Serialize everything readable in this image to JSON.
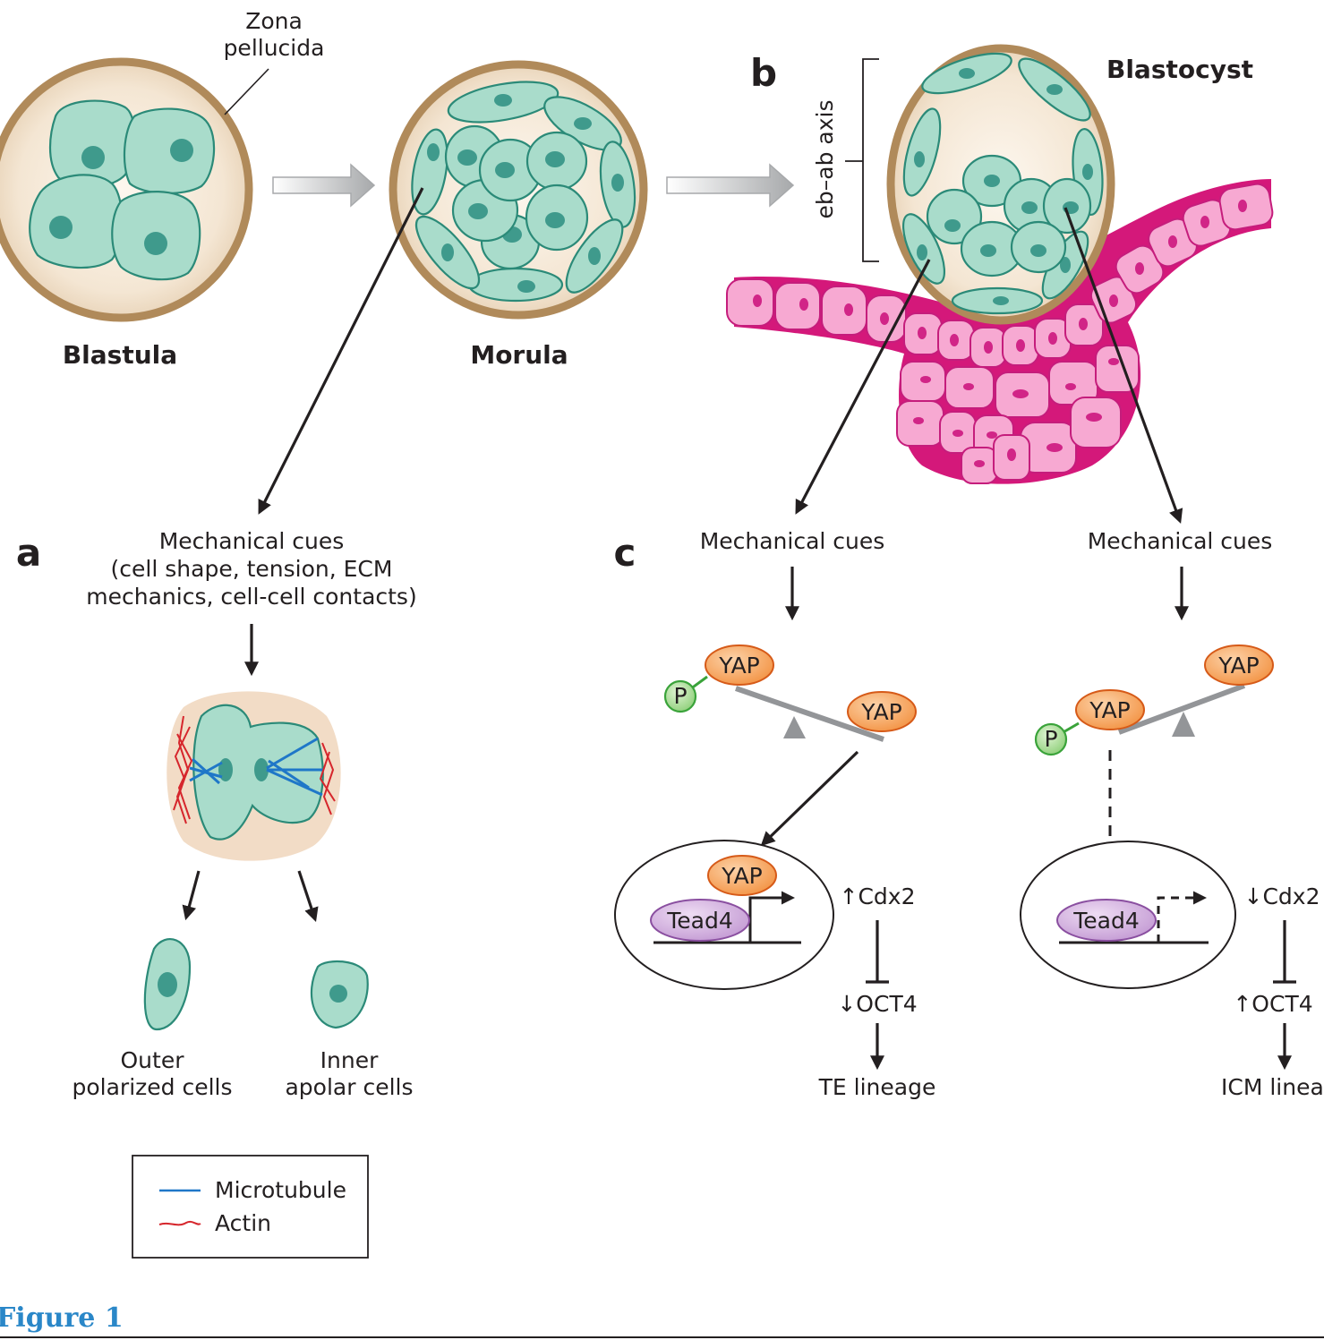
{
  "labels": {
    "zona_pellucida_line1": "Zona",
    "zona_pellucida_line2": "pellucida",
    "blastula": "Blastula",
    "morula": "Morula",
    "blastocyst": "Blastocyst",
    "axis": "eb–ab axis",
    "panel_a": "a",
    "panel_b": "b",
    "panel_c": "c",
    "mech_a_line1": "Mechanical cues",
    "mech_a_line2": "(cell shape, tension, ECM",
    "mech_a_line3": "mechanics, cell-cell contacts)",
    "outer_line1": "Outer",
    "outer_line2": "polarized cells",
    "inner_line1": "Inner",
    "inner_line2": "apolar cells",
    "mech_c_left": "Mechanical cues",
    "mech_c_right": "Mechanical cues",
    "yap": "YAP",
    "p": "P",
    "tead4": "Tead4",
    "cdx2_up": "↑Cdx2",
    "oct4_down": "↓OCT4",
    "cdx2_down": "↓Cdx2",
    "oct4_up": "↑OCT4",
    "te_lineage": "TE lineage",
    "icm_lineage": "ICM lineage"
  },
  "legend": {
    "microtubule": "Microtubule",
    "actin": "Actin"
  },
  "caption": "Figure 1",
  "colors": {
    "cell_fill": "#a9dccb",
    "cell_stroke": "#2b8a78",
    "zona": "#b08a5a",
    "uterus": "#f7a9d2",
    "uterus_dark": "#c51d7c",
    "yap": "#f6a05a",
    "p_circle": "#9fd88a",
    "tead4": "#c9a3d6",
    "microtubule": "#1f77c8",
    "actin": "#d6262c",
    "caption": "#2a87c8"
  }
}
